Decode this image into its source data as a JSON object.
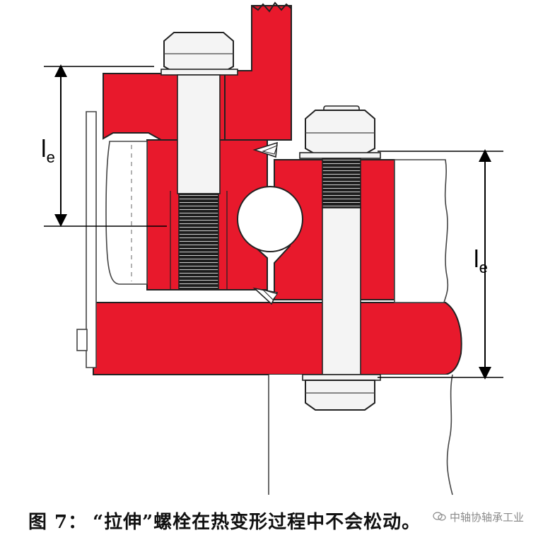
{
  "labels": {
    "le_upper": {
      "main": "l",
      "sub": "e"
    },
    "le_right": {
      "main": "l",
      "sub": "e"
    }
  },
  "caption": {
    "figure": "图 7：",
    "text": "“拉伸”螺栓在热变形过程中不会松动。"
  },
  "watermark": {
    "text": "中轴协轴承工业",
    "icon": "wechat-icon"
  },
  "colors": {
    "housing_red": "#e8192c",
    "outline": "#222222",
    "bolt_fill": "#f2f2f2",
    "thread_dark": "#222222",
    "dimension_line": "#000000"
  }
}
